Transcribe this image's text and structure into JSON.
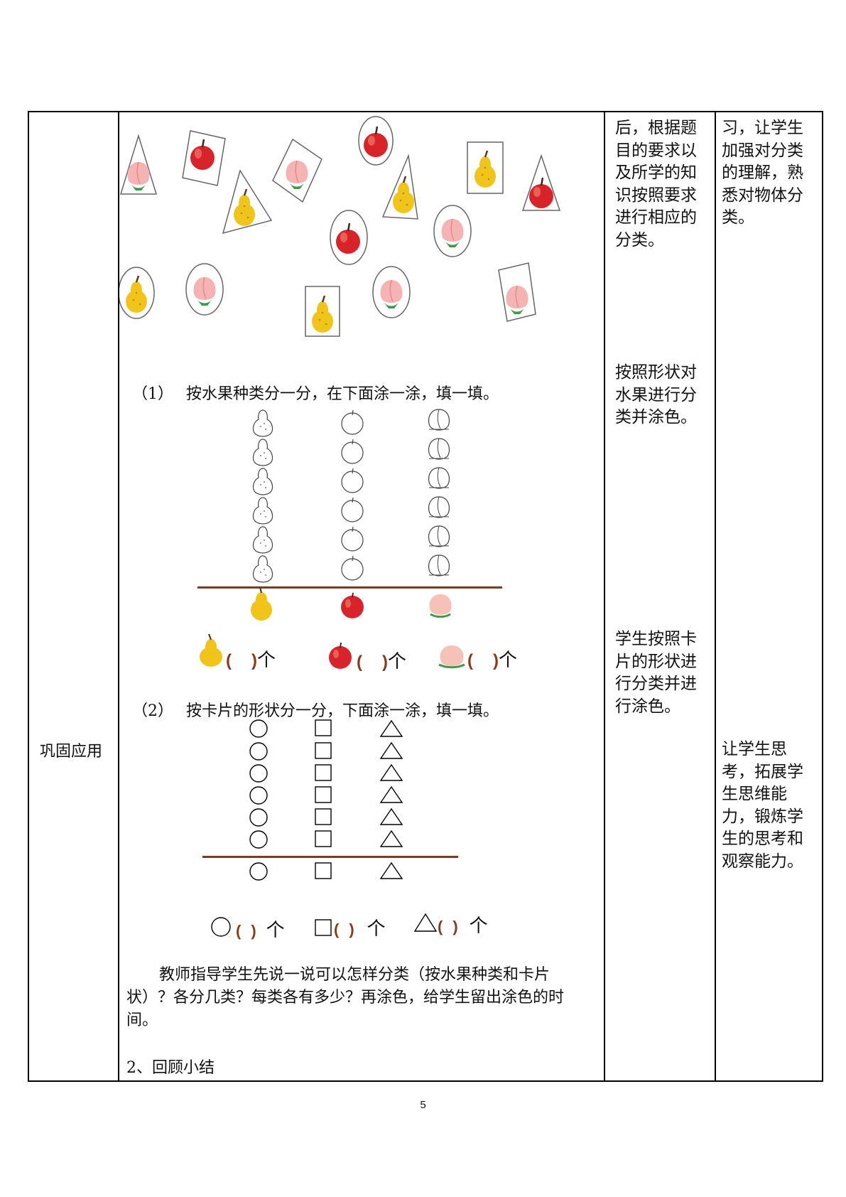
{
  "left_label": "巩固应用",
  "col3": {
    "block1": "后，根据题目的要求以及所学的知识按照要求进行相应的　分类。",
    "block2": "按照形状对水果进行分类并涂色。",
    "block3": "学生按照卡片的形状进行分类并进　行涂色。"
  },
  "col4": {
    "block1": "习，让学生加强对分类的理解，熟悉对物体分类。",
    "block2": "让学生思考，拓展学生思维能力，锻炼学生的思考和观察能力。"
  },
  "task1": {
    "number": "（1）",
    "text": "按水果种类分一分，在下面涂一涂，填一填。",
    "paren_open": "(",
    "paren_close": ")",
    "unit": "个"
  },
  "task2": {
    "number": "（2）",
    "text": "按卡片的形状分一分，下面涂一涂，填一填。",
    "paren_open": "(",
    "paren_close": ")",
    "unit": "个"
  },
  "teacher_note": "教师指导学生先说一说可以怎样分类（按水果种类和卡片状）？各分几类？每类各有多少？再涂色，给学生留出涂色的时间。",
  "summary_heading": "2、回顾小结",
  "page_number": "5",
  "colors": {
    "apple": "#d9232a",
    "pear": "#f0c419",
    "peach": "#f6b3b3",
    "leaf": "#3f9a4a",
    "baseline": "#7a3b1e"
  }
}
